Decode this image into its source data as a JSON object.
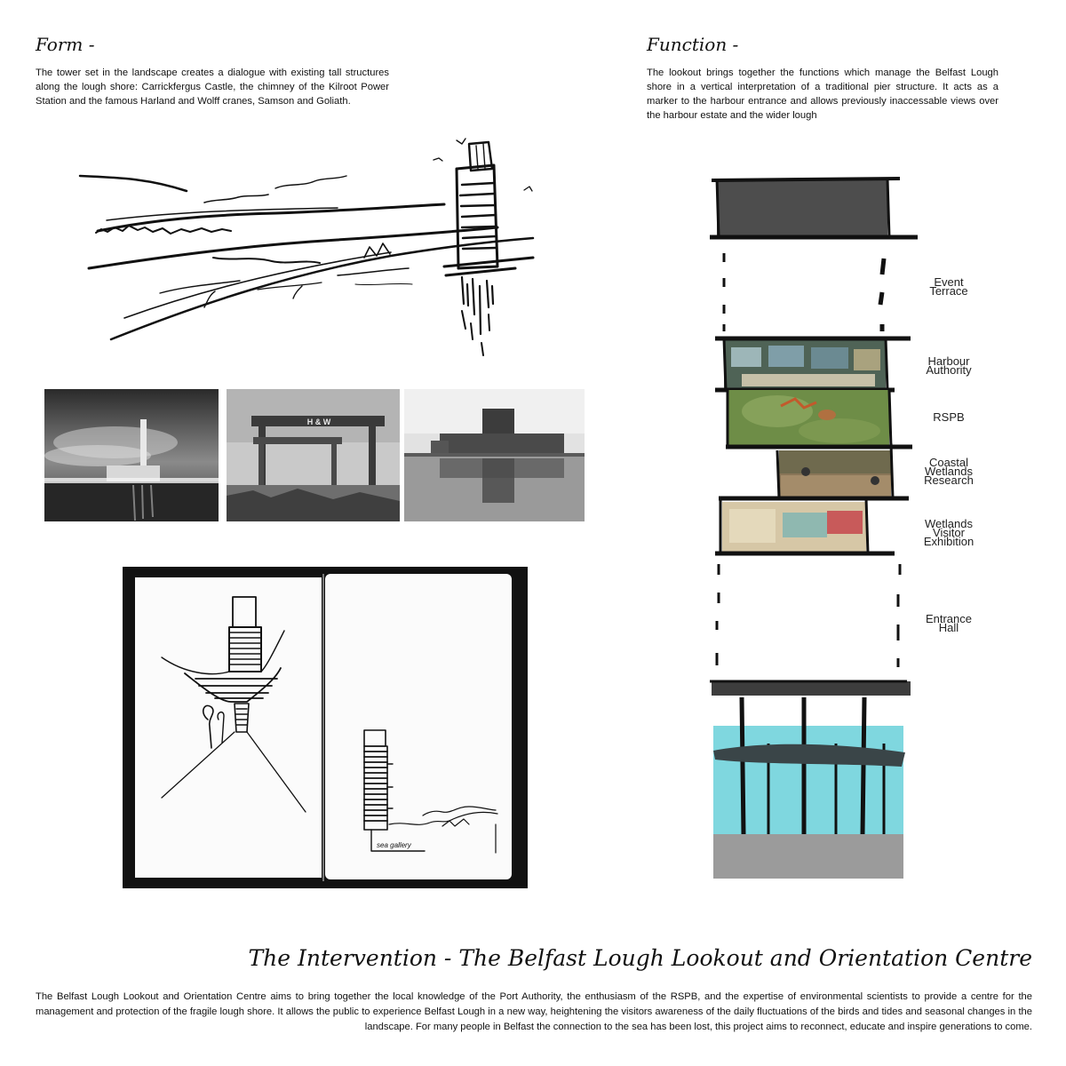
{
  "form": {
    "heading": "Form -",
    "text": "The tower set in the landscape creates a dialogue with existing tall structures along the lough shore: Carrickfergus Castle, the chimney of the Kilroot Power Station and the famous Harland and Wolff cranes, Samson and Goliath."
  },
  "function": {
    "heading": "Function -",
    "text": "The lookout brings together the functions which manage the Belfast Lough shore in a vertical interpretation of a traditional pier structure.  It acts as a marker to the harbour entrance and allows previously inaccessable views over the harbour estate and the wider lough"
  },
  "crane_sign": "H & W",
  "notebook_caption": "sea gallery",
  "tower_labels": [
    {
      "line1": "Event",
      "line2": "Terrace",
      "line3": ""
    },
    {
      "line1": "Harbour",
      "line2": "Authority",
      "line3": ""
    },
    {
      "line1": "RSPB",
      "line2": "",
      "line3": ""
    },
    {
      "line1": "Coastal",
      "line2": "Wetlands",
      "line3": "Research"
    },
    {
      "line1": "Wetlands",
      "line2": "Visitor",
      "line3": "Exhibition"
    },
    {
      "line1": "Entrance",
      "line2": "Hall",
      "line3": ""
    }
  ],
  "intervention": {
    "title": "The Intervention - The Belfast Lough Lookout and Orientation Centre",
    "text": "The Belfast Lough Lookout and Orientation Centre aims to bring together the local knowledge of the Port Authority, the enthusiasm of the RSPB, and the expertise of environmental scientists to provide a centre for the management and protection of the fragile lough shore. It allows the public to experience Belfast Lough in a new way, heightening the visitors awareness of the daily fluctuations of the birds and tides and seasonal changes in the landscape. For many people in Belfast the connection to the sea has been lost, this project aims to reconnect, educate and inspire generations to come."
  },
  "colors": {
    "water": "#7fd7df",
    "ground": "#9b9b9b",
    "roof": "#4d4d4d",
    "ink": "#111111"
  }
}
